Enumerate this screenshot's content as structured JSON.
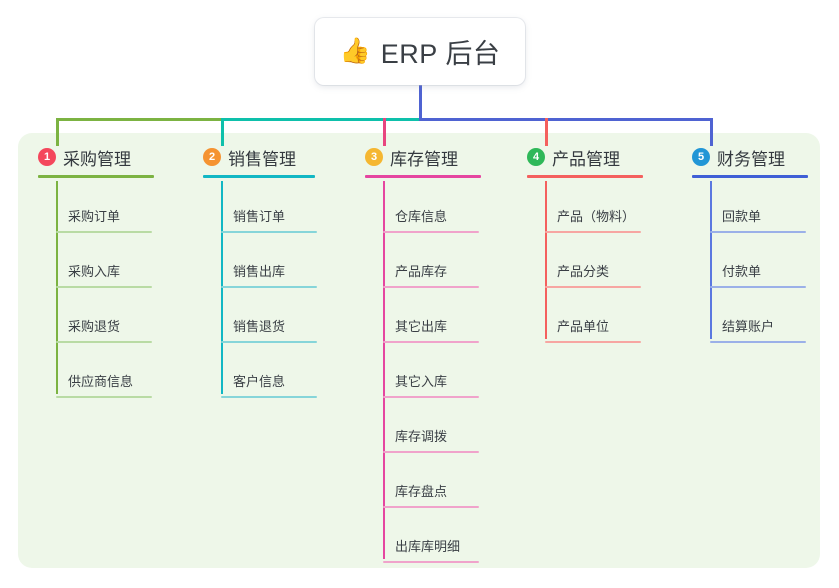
{
  "page": {
    "background": "#ffffff",
    "panel_color": "#eef7e9"
  },
  "root": {
    "icon": "thumbs-up-icon",
    "icon_glyph": "👍",
    "title": "ERP 后台"
  },
  "columns": [
    {
      "index": "1",
      "title": "采购管理",
      "badge_color": "#f4475c",
      "accent": "#7cb342",
      "leaf_accent": "#b9dba4",
      "spine_color": "#7cb342",
      "connector_color": "#7cb342",
      "items": [
        "采购订单",
        "采购入库",
        "采购退货",
        "供应商信息"
      ]
    },
    {
      "index": "2",
      "title": "销售管理",
      "badge_color": "#f59331",
      "accent": "#12b7c4",
      "leaf_accent": "#86d5d9",
      "spine_color": "#12b7c4",
      "connector_color": "#0ec0ab",
      "items": [
        "销售订单",
        "销售出库",
        "销售退货",
        "客户信息"
      ]
    },
    {
      "index": "3",
      "title": "库存管理",
      "badge_color": "#f5b731",
      "accent": "#e546a0",
      "leaf_accent": "#f0a3cb",
      "spine_color": "#e546a0",
      "connector_color": "#e8457f",
      "items": [
        "仓库信息",
        "产品库存",
        "其它出库",
        "其它入库",
        "库存调拨",
        "库存盘点",
        "出库库明细"
      ]
    },
    {
      "index": "4",
      "title": "产品管理",
      "badge_color": "#2fb859",
      "accent": "#f4605e",
      "leaf_accent": "#f7a6a2",
      "spine_color": "#f4605e",
      "connector_color": "#f4605e",
      "items": [
        "产品（物料）",
        "产品分类",
        "产品单位"
      ]
    },
    {
      "index": "5",
      "title": "财务管理",
      "badge_color": "#2196d6",
      "accent": "#3f5fd6",
      "leaf_accent": "#9bb0e8",
      "spine_color": "#5b78e0",
      "connector_color": "#4f63d2",
      "items": [
        "回款单",
        "付款单",
        "结算账户"
      ]
    }
  ],
  "connectors": {
    "trunk_color": "#4f63d2",
    "bar_segments": [
      {
        "color": "#7cb342"
      },
      {
        "color": "#0ec0ab"
      },
      {
        "color": "#4f63d2"
      }
    ]
  }
}
